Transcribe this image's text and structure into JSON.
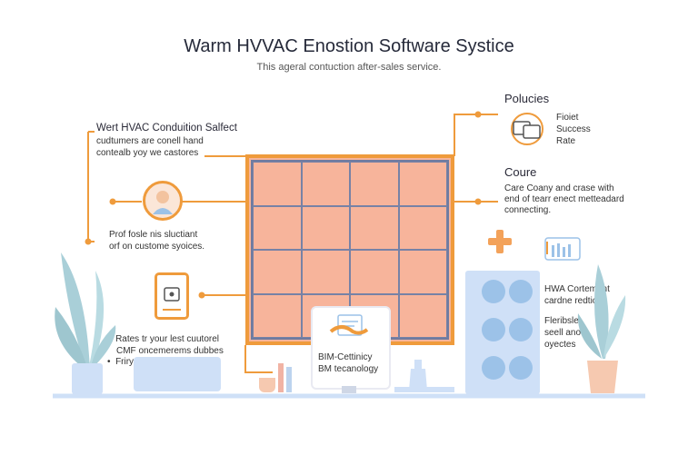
{
  "title": "Warm HVVAC Enostion Software Systice",
  "subtitle": "This ageral contuction after-sales service.",
  "left_top": {
    "heading": "Wert HVAC Conduition Salfect",
    "lines": [
      "cudtumers are conell hand",
      "contealb yoy we castores"
    ]
  },
  "left_mid": {
    "lines": [
      "Prof fosle nis sluctiant",
      "orf on custome syoices."
    ]
  },
  "left_bottom": {
    "items": [
      "Rates tr your lest cuutorel",
      "CMF oncemerems dubbes",
      "Friry costumed prysge"
    ]
  },
  "right_top": {
    "heading": "Polucies",
    "lines": [
      "Fioiet",
      "Success",
      "Rate"
    ]
  },
  "right_mid": {
    "heading": "Coure",
    "lines": [
      "Care Coany and crase with",
      "end of tearr enect metteadard",
      "connecting."
    ]
  },
  "right_bottom": {
    "lines": [
      "HWA Cortement",
      "cardne redtions",
      "Fleribsle",
      "seell ano",
      "oyectes"
    ]
  },
  "bim_card": {
    "lines": [
      "BIM-Cettinicy",
      "BM tecanology"
    ]
  },
  "colors": {
    "accent": "#ef9b3c",
    "grid_fill": "#f6b49a",
    "grid_line": "#6f7ba0",
    "plant": "#a9cfd8",
    "unit": "#cfe0f7",
    "pad": "#9cc2e8"
  },
  "icons": [
    "avatar-icon",
    "tablet-icon",
    "tablets-icon",
    "plus-icon",
    "bar-chart-icon",
    "handshake-icon"
  ]
}
